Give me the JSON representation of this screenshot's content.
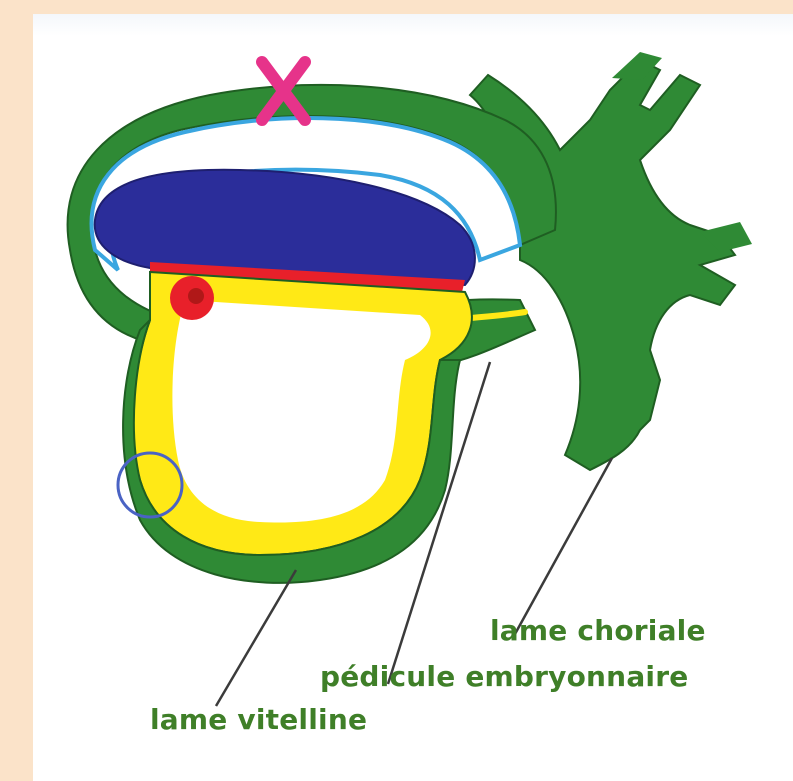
{
  "labels": {
    "chorial": "lame choriale",
    "pedicule": "pédicule embryonnaire",
    "vitelline": "lame vitelline"
  },
  "colors": {
    "background": "#fbe3c9",
    "panel": "#ffffff",
    "mesoderm_green": "#2f8a35",
    "amniotic_blue": "#2b2d9a",
    "endoderm_yellow": "#ffe916",
    "marker_red": "#e8202a",
    "cross_pink": "#e6338a",
    "circle_blue": "#4a63c4",
    "label_green": "#3f7f28"
  }
}
